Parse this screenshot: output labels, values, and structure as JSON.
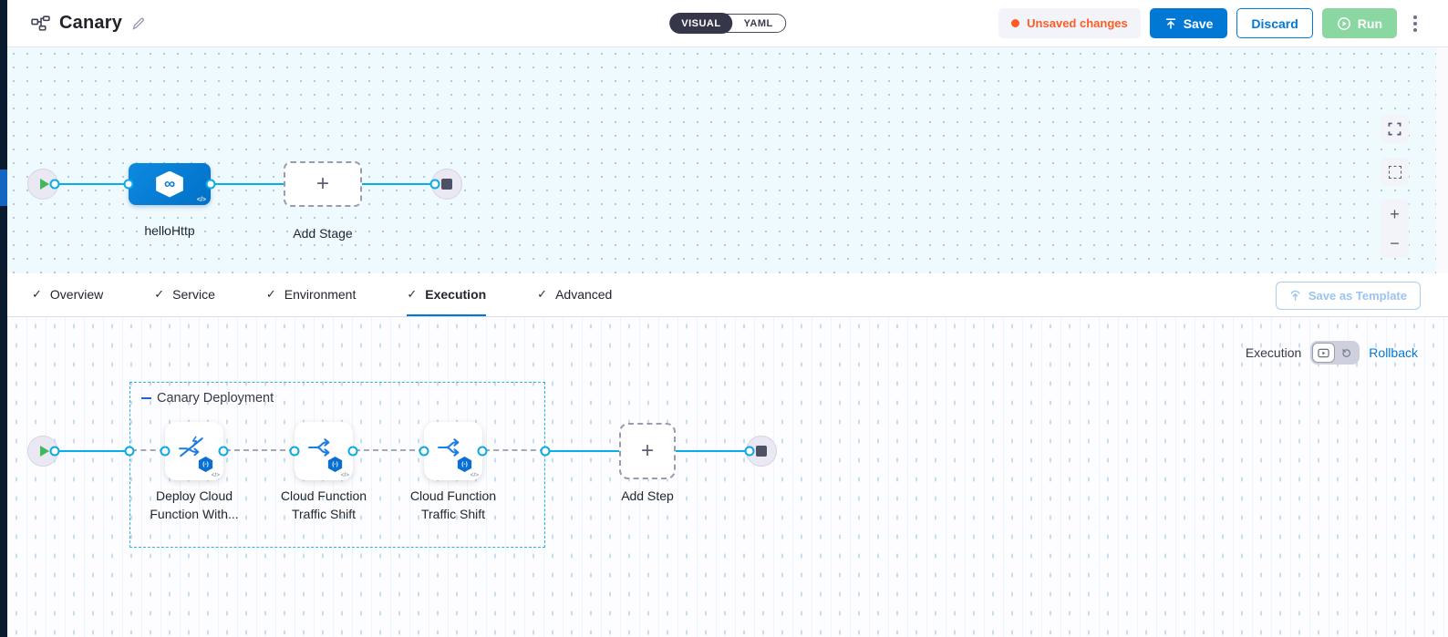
{
  "header": {
    "title": "Canary",
    "mode_toggle": {
      "visual": "VISUAL",
      "yaml": "YAML",
      "selected": "VISUAL"
    },
    "unsaved_badge": "Unsaved changes",
    "save": "Save",
    "discard": "Discard",
    "run": "Run"
  },
  "stage_canvas": {
    "stage_label": "helloHttp",
    "add_stage": "Add Stage"
  },
  "tabs": [
    {
      "label": "Overview",
      "checked": true,
      "selected": false
    },
    {
      "label": "Service",
      "checked": true,
      "selected": false
    },
    {
      "label": "Environment",
      "checked": true,
      "selected": false
    },
    {
      "label": "Execution",
      "checked": true,
      "selected": true
    },
    {
      "label": "Advanced",
      "checked": true,
      "selected": false
    }
  ],
  "check_glyph": "✓",
  "plus_glyph": "+",
  "minus_glyph": "−",
  "infinity_glyph": "∞",
  "code_glyph": "</>",
  "fn_badge_glyph": "(-)",
  "save_as_template": "Save as Template",
  "execution_panel": {
    "mode_label": "Execution",
    "rollback_link": "Rollback",
    "group": {
      "title": "Canary Deployment"
    },
    "steps": [
      {
        "line1": "Deploy Cloud",
        "line2": "Function With..."
      },
      {
        "line1": "Cloud Function",
        "line2": "Traffic Shift"
      },
      {
        "line1": "Cloud Function",
        "line2": "Traffic Shift"
      }
    ],
    "add_step": "Add Step"
  },
  "colors": {
    "accent_blue": "#0278d5",
    "connector_cyan": "#07aee7",
    "unsaved_orange": "#ff5c24",
    "run_green": "#8bd7a1",
    "nav_strip_dark": "#0a1b2f"
  }
}
